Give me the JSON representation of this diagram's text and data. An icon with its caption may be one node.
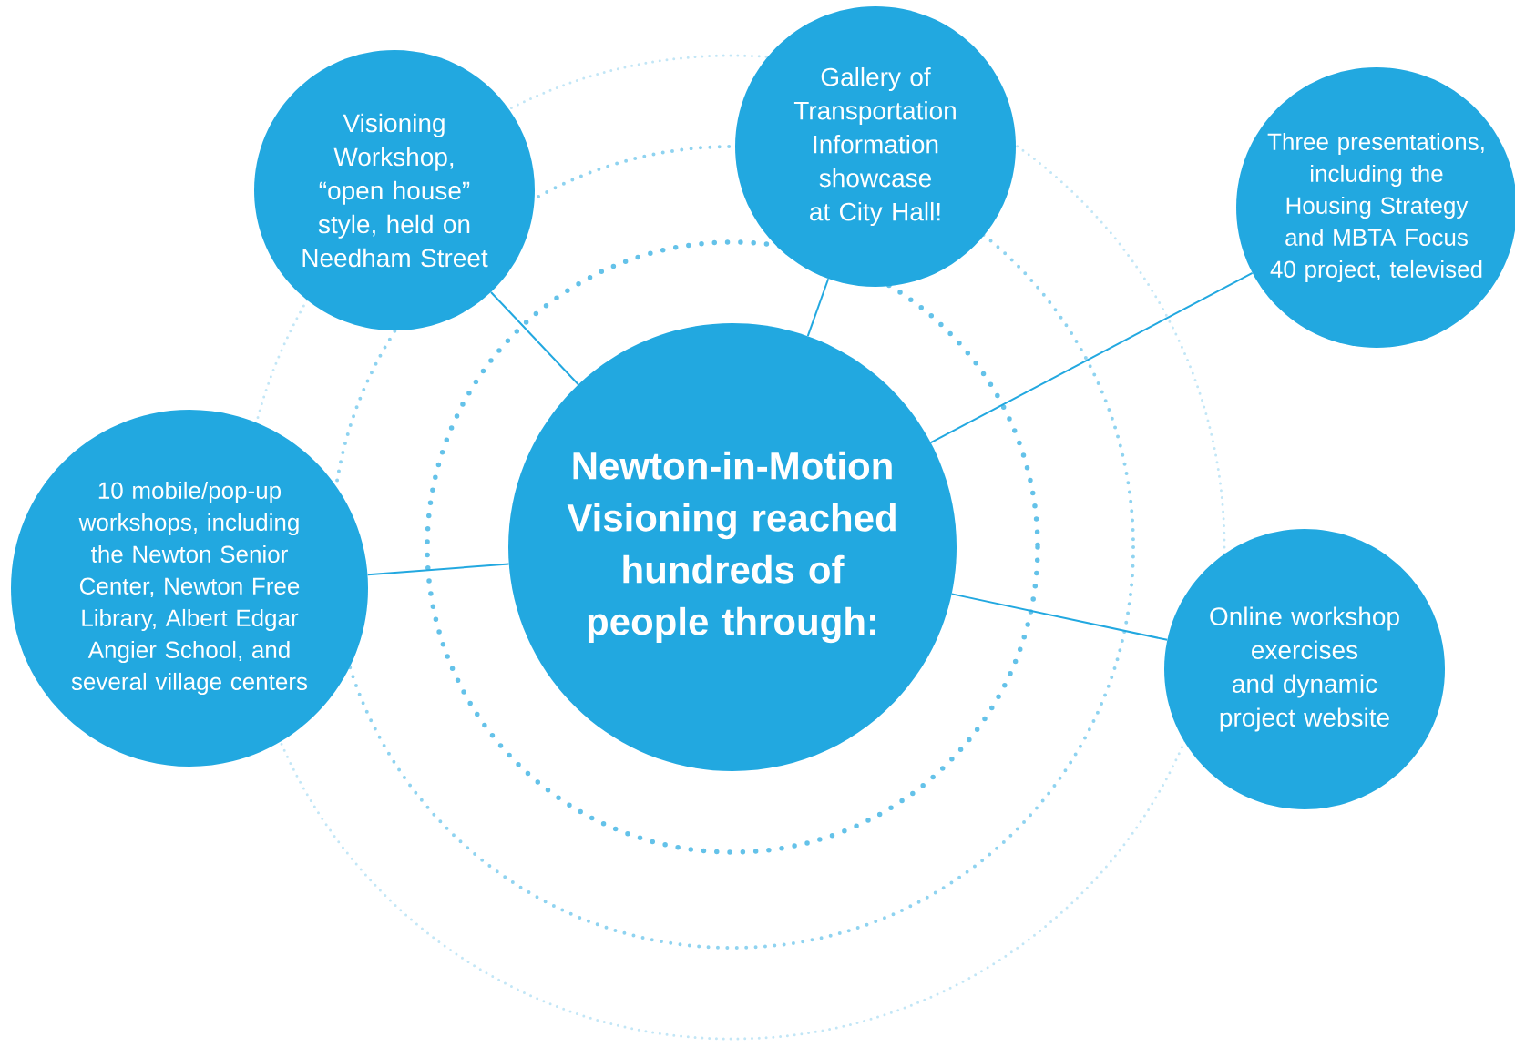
{
  "diagram": {
    "nodes": [
      {
        "text": [
          "Newton-in-Motion Visioning reached hundreds of people through:"
        ]
      },
      {
        "text": [
          "Visioning Workshop, “open house” style, held on Needham Street"
        ]
      },
      {
        "text": [
          "Gallery of Transportation Information showcase at City Hall!"
        ]
      },
      {
        "text": [
          "Three presentations, including the Housing Strategy and MBTA Focus 40 project, televised"
        ]
      },
      {
        "text": [
          "10 mobile/pop-up workshops, including the Newton Senior Center, Newton Free Library, Albert Edgar Angier School, and several village centers"
        ]
      },
      {
        "text": [
          "Online workshop exercises and dynamic project website"
        ]
      }
    ],
    "edges": [
      {
        "from": 0,
        "to": 1,
        "arrow": "none"
      },
      {
        "from": 0,
        "to": 2,
        "arrow": "none"
      },
      {
        "from": 0,
        "to": 3,
        "arrow": "none"
      },
      {
        "from": 0,
        "to": 4,
        "arrow": "none"
      },
      {
        "from": 0,
        "to": 5,
        "arrow": "none"
      }
    ]
  }
}
